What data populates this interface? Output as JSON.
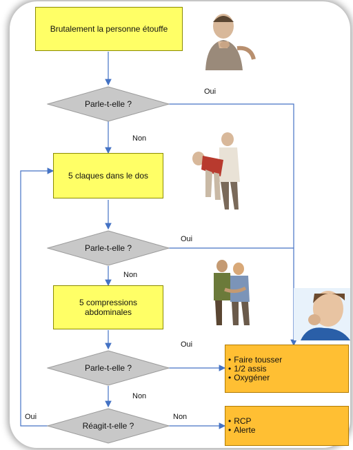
{
  "start": "Brutalement la personne étouffe",
  "decision_speak": "Parle-t-elle ?",
  "decision_react": "Réagit-t-elle ?",
  "step_back_blows": "5 claques dans le dos",
  "step_compressions_1": "5 compressions",
  "step_compressions_2": "abdominales",
  "yes": "Oui",
  "no": "Non",
  "action_cough": [
    "Faire tousser",
    "1/2 assis",
    "Oxygéner"
  ],
  "action_cpr": [
    "RCP",
    "Alerte"
  ],
  "colors": {
    "process_fill": "#ffff66",
    "action_fill": "#ffbf33",
    "decision_fill": "#c8c8c8",
    "connector": "#4472c4"
  }
}
